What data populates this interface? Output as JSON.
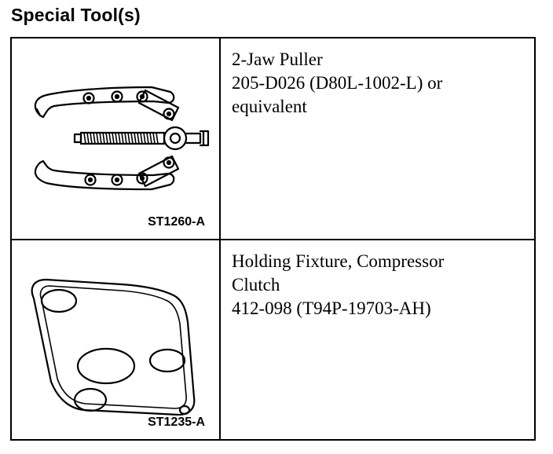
{
  "heading": "Special Tool(s)",
  "tools": [
    {
      "code": "ST1260-A",
      "icon": "two-jaw-puller-illustration",
      "name": "2-Jaw Puller",
      "part_number": "205-D026 (D80L-1002-L) or",
      "note": "equivalent"
    },
    {
      "code": "ST1235-A",
      "icon": "holding-fixture-plate-illustration",
      "name_line1": "Holding Fixture, Compressor",
      "name_line2": "Clutch",
      "part_number": "412-098 (T94P-19703-AH)"
    }
  ]
}
